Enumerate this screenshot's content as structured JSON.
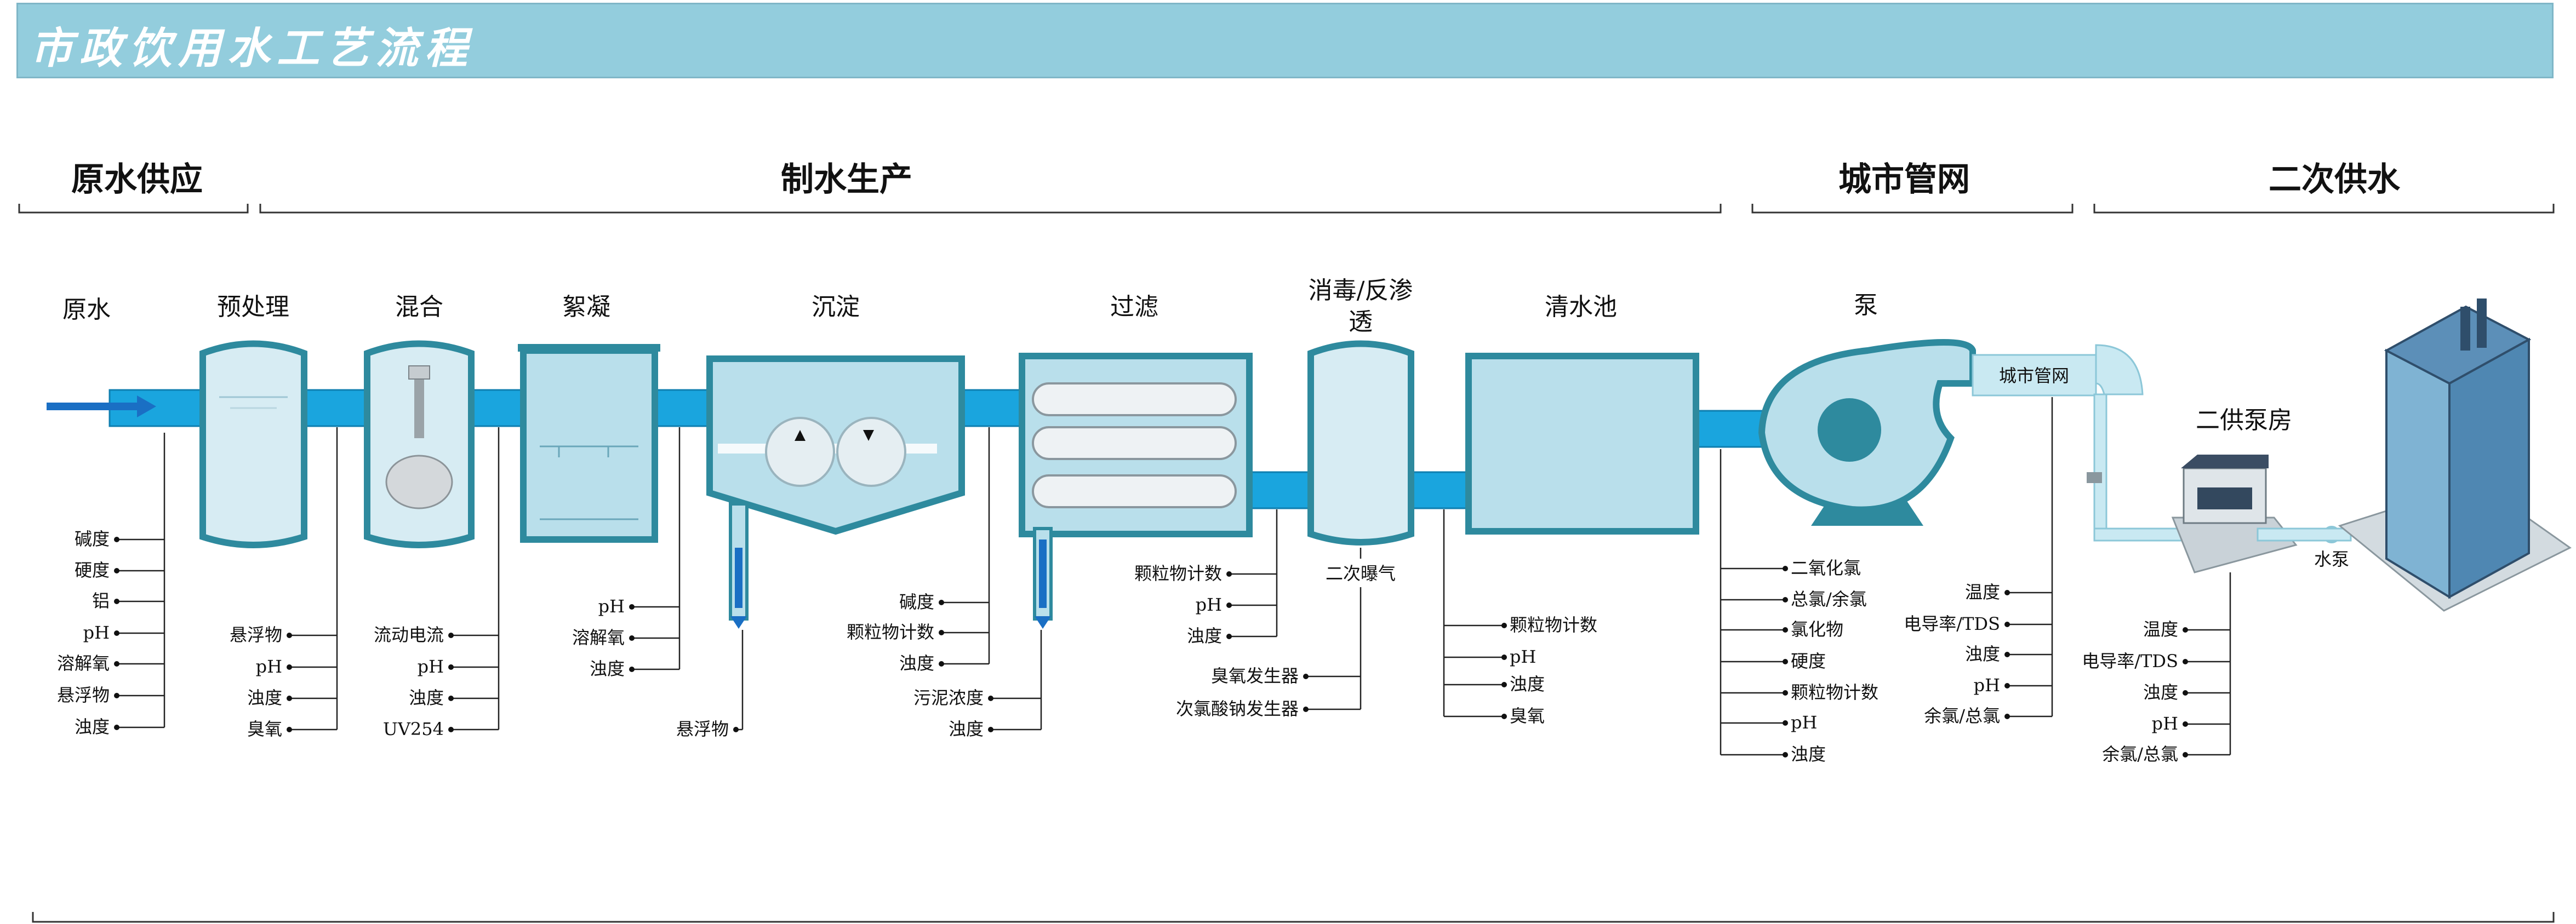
{
  "title": "市政饮用水工艺流程",
  "sections": {
    "raw_supply": "原水供应",
    "production": "制水生产",
    "city_network": "城市管网",
    "secondary_supply": "二次供水"
  },
  "stages": {
    "raw_water": "原水",
    "pretreatment": "预处理",
    "mixing": "混合",
    "flocculation": "絮凝",
    "sedimentation": "沉淀",
    "filtration": "过滤",
    "disinfection_1": "消毒/反渗",
    "disinfection_2": "透",
    "clear_well": "清水池",
    "pump": "泵",
    "city_pipe": "城市管网",
    "booster_room": "二供泵房",
    "water_pump": "水泵"
  },
  "params": {
    "raw": [
      "碱度",
      "硬度",
      "铝",
      "pH",
      "溶解氧",
      "悬浮物",
      "浊度"
    ],
    "pre": [
      "悬浮物",
      "pH",
      "浊度",
      "臭氧"
    ],
    "mix": [
      "流动电流",
      "pH",
      "浊度",
      "UV254"
    ],
    "floc": [
      "pH",
      "溶解氧",
      "浊度"
    ],
    "sed_top": [
      "碱度",
      "颗粒物计数",
      "浊度"
    ],
    "sed_bottom": "悬浮物",
    "sludge": [
      "污泥浓度",
      "浊度"
    ],
    "filter": [
      "颗粒物计数",
      "pH",
      "浊度"
    ],
    "aeration": "二次曝气",
    "disinfect": [
      "臭氧发生器",
      "次氯酸钠发生器"
    ],
    "clear": [
      "颗粒物计数",
      "pH",
      "浊度",
      "臭氧"
    ],
    "pump": [
      "二氧化氯",
      "总氯/余氯",
      "氯化物",
      "硬度",
      "颗粒物计数",
      "pH",
      "浊度"
    ],
    "network": [
      "温度",
      "电导率/TDS",
      "浊度",
      "pH",
      "余氯/总氯"
    ],
    "secondary": [
      "温度",
      "电导率/TDS",
      "浊度",
      "pH",
      "余氯/总氯"
    ]
  },
  "colors": {
    "title_bar": "#93CDDD",
    "pipe": "#1aa5de",
    "tank_stroke": "#2e8a9e",
    "tank_fill": "#d7ecf3"
  }
}
